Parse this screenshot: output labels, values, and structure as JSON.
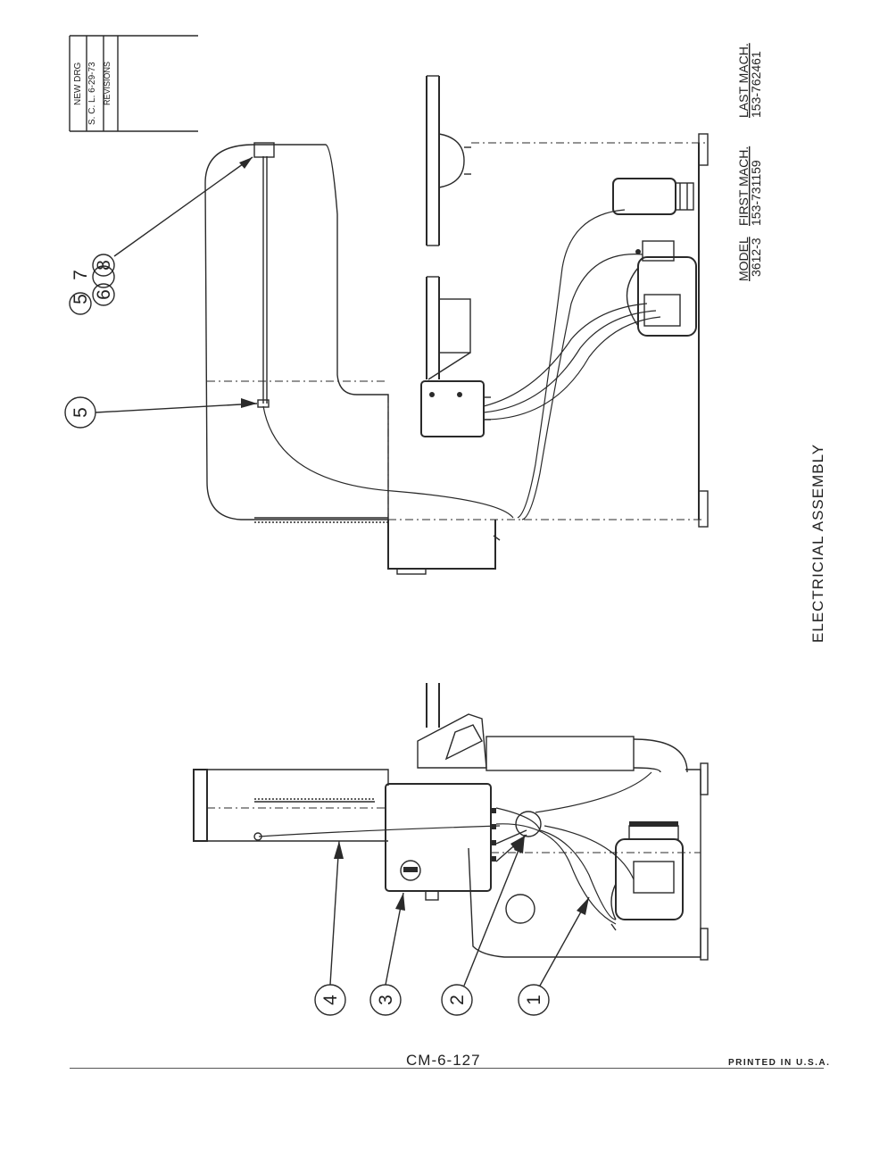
{
  "title": "ELECTRICIAL ASSEMBLY",
  "revision_block": {
    "row1": "NEW DRG",
    "row2": "S. C. L. 6-29-73",
    "row3": "REVISIONS"
  },
  "model_block": {
    "model_label": "MODEL",
    "model_value": "3612-3",
    "first_mach_label": "FIRST MACH.",
    "first_mach_value": "153-731159",
    "last_mach_label": "LAST MACH.",
    "last_mach_value": "153-762461"
  },
  "callouts": {
    "c1": "1",
    "c2": "2",
    "c3": "3",
    "c4": "4",
    "c5a": "5",
    "c5b": "5",
    "c6": "6",
    "c7": "7",
    "c8": "8"
  },
  "footer": {
    "doc_number": "CM-6-127",
    "printed": "PRINTED IN U.S.A."
  }
}
